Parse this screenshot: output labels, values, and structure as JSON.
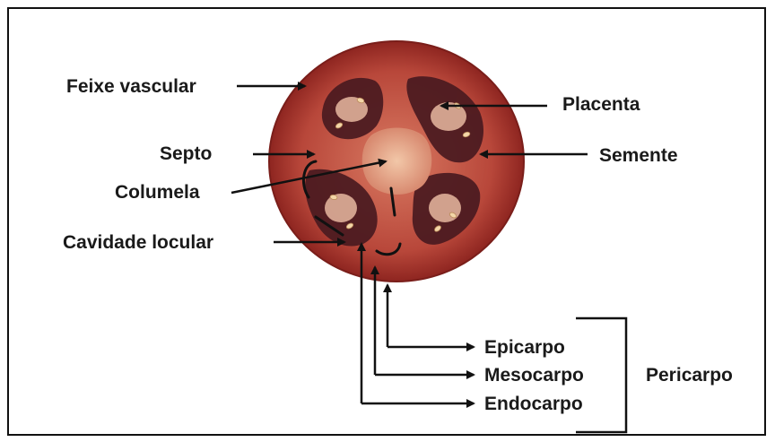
{
  "labels": {
    "feixe_vascular": "Feixe vascular",
    "placenta": "Placenta",
    "septo": "Septo",
    "semente": "Semente",
    "columela": "Columela",
    "cavidade_locular": "Cavidade locular",
    "epicarpo": "Epicarpo",
    "mesocarpo": "Mesocarpo",
    "endocarpo": "Endocarpo",
    "pericarpo": "Pericarpo"
  },
  "colors": {
    "skin": "#9c2a22",
    "flesh": "#c75c48",
    "locule": "#4a1a20",
    "center": "#e6ab8e",
    "line": "#111111"
  }
}
